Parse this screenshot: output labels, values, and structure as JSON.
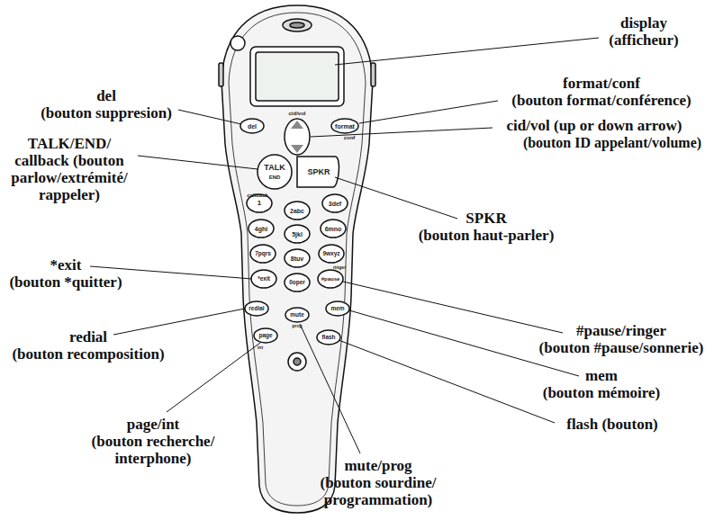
{
  "diagram": {
    "labels": [
      "display",
      "(afficheur)",
      "format/conf",
      "(bouton format/conférence)",
      "del",
      "(bouton suppresion)",
      "cid/vol (up or down arrow)",
      "(bouton ID appelant/volume)",
      "TALK/END/ callback (bouton parlow/extrémité/ rappeler)",
      "SPKR",
      "(bouton haut-parler)",
      "*exit",
      "(bouton *quitter)",
      "#pause/ringer",
      "(bouton #pause/sonnerie)",
      "redial",
      "(bouton recomposition)",
      "mem",
      "(bouton mémoire)",
      "page/int",
      "(bouton recherche/ interphone)",
      "flash (bouton)",
      "mute/prog",
      "(bouton sourdine/ programmation)",
      "del",
      "cid/vol",
      "format",
      "conf",
      "TALK",
      "END",
      "callback",
      "SPKR",
      "1",
      "2abc",
      "3def",
      "4ghi",
      "5jkl",
      "6mno",
      "7pqrs",
      "8tuv",
      "9wxyz",
      "*exit",
      "0oper",
      "#pause",
      "ringer",
      "redial",
      "mute",
      "prog",
      "mem",
      "page",
      "int",
      "flash"
    ]
  }
}
